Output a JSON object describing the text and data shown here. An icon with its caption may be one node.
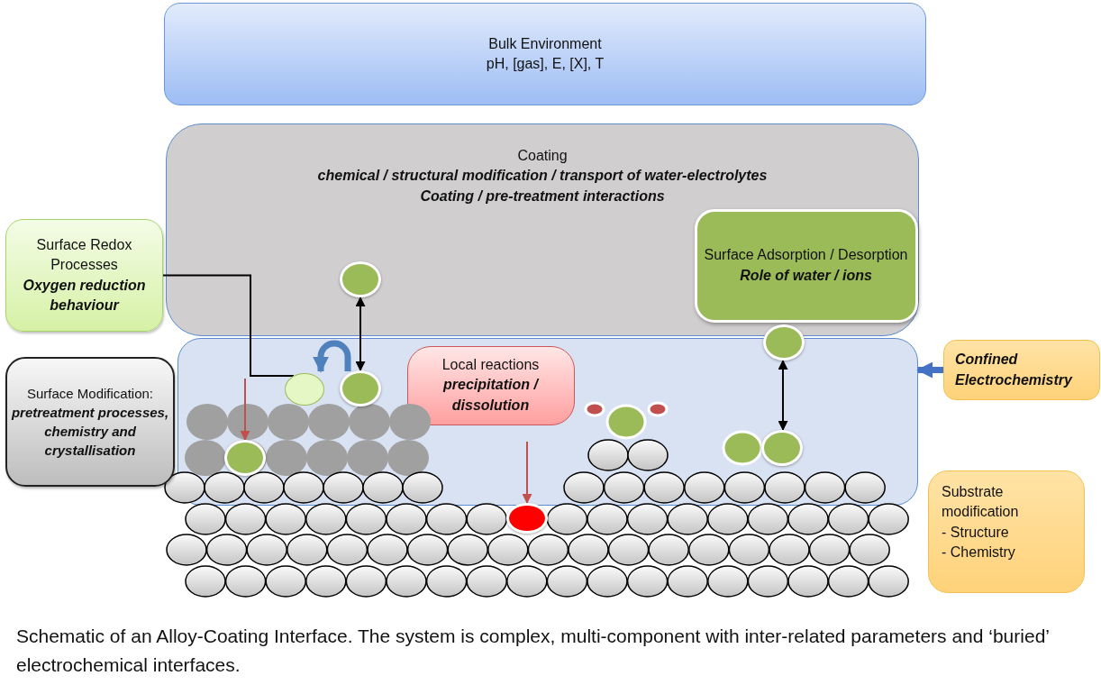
{
  "diagram": {
    "caption": "Schematic of an Alloy-Coating Interface. The system is complex, multi-component with inter-related parameters and ‘buried’ electrochemical interfaces.",
    "nodes": [
      {
        "text": [
          "Bulk Environment",
          "pH, [gas], E, [X], T"
        ]
      },
      {
        "text": [
          "Coating",
          "chemical / structural modification / transport of water-electrolytes",
          "Coating / pre-treatment interactions"
        ]
      },
      {
        "text": [
          "Surface Redox Processes",
          "Oxygen reduction behaviour"
        ]
      },
      {
        "text": [
          "Surface Modification:",
          "pretreatment processes, chemistry and crystallisation"
        ]
      },
      {
        "text": [],
        "shape": "box"
      },
      {
        "text": [
          "Local reactions",
          "precipitation / dissolution"
        ],
        "in": 4
      },
      {
        "text": [
          "Surface Adsorption / Desorption",
          "Role of water / ions"
        ],
        "in": 1
      },
      {
        "text": [
          "Confined Electrochemistry"
        ]
      },
      {
        "text": [
          "Substrate modification",
          "- Structure",
          "- Chemistry"
        ]
      },
      {
        "text": [],
        "shape": "circle",
        "in": 1
      },
      {
        "text": [],
        "shape": "circle",
        "in": 4
      },
      {
        "text": [],
        "shape": "circle",
        "in": 4
      },
      {
        "text": [],
        "shape": "circle",
        "in": 4
      },
      {
        "text": [],
        "shape": "circle"
      },
      {
        "text": [],
        "shape": "circle"
      },
      {
        "text": [],
        "shape": "circle",
        "in": 4
      }
    ],
    "edges": [
      {
        "from": 9,
        "to": 11,
        "arrow": "both"
      },
      {
        "from": 2,
        "to": 10,
        "arrow": "none"
      },
      {
        "from": 11,
        "to": 10,
        "arrow": "to",
        "style": "thick",
        "color": "#4f81bd"
      },
      {
        "from": null,
        "to": 12,
        "arrow": "to",
        "color": "#c0504d"
      },
      {
        "from": null,
        "to": 13,
        "arrow": "to",
        "color": "#c0504d"
      },
      {
        "from": 14,
        "to": 15,
        "arrow": "both"
      },
      {
        "from": 7,
        "to": 4,
        "arrow": "to",
        "style": "thick",
        "color": "#4472c4"
      }
    ]
  }
}
